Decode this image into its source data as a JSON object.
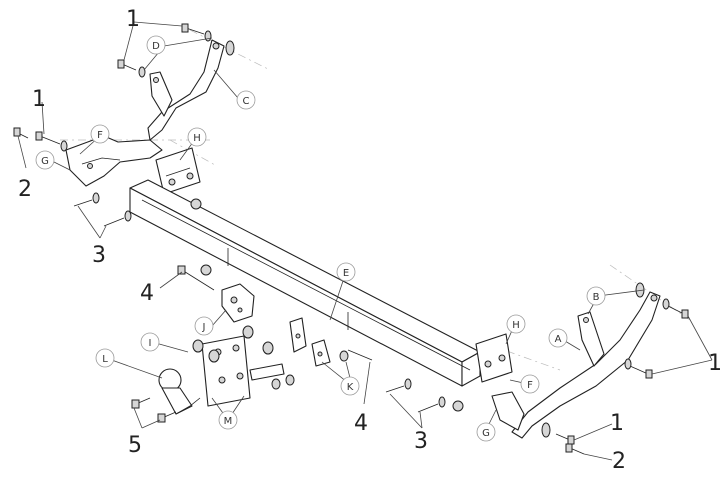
{
  "numbers": [
    "1",
    "1",
    "2",
    "3",
    "4",
    "4",
    "3",
    "5",
    "1",
    "1",
    "2"
  ],
  "letters": [
    "D",
    "C",
    "F",
    "G",
    "H",
    "E",
    "J",
    "I",
    "L",
    "M",
    "K",
    "H",
    "F",
    "G",
    "B",
    "A"
  ]
}
